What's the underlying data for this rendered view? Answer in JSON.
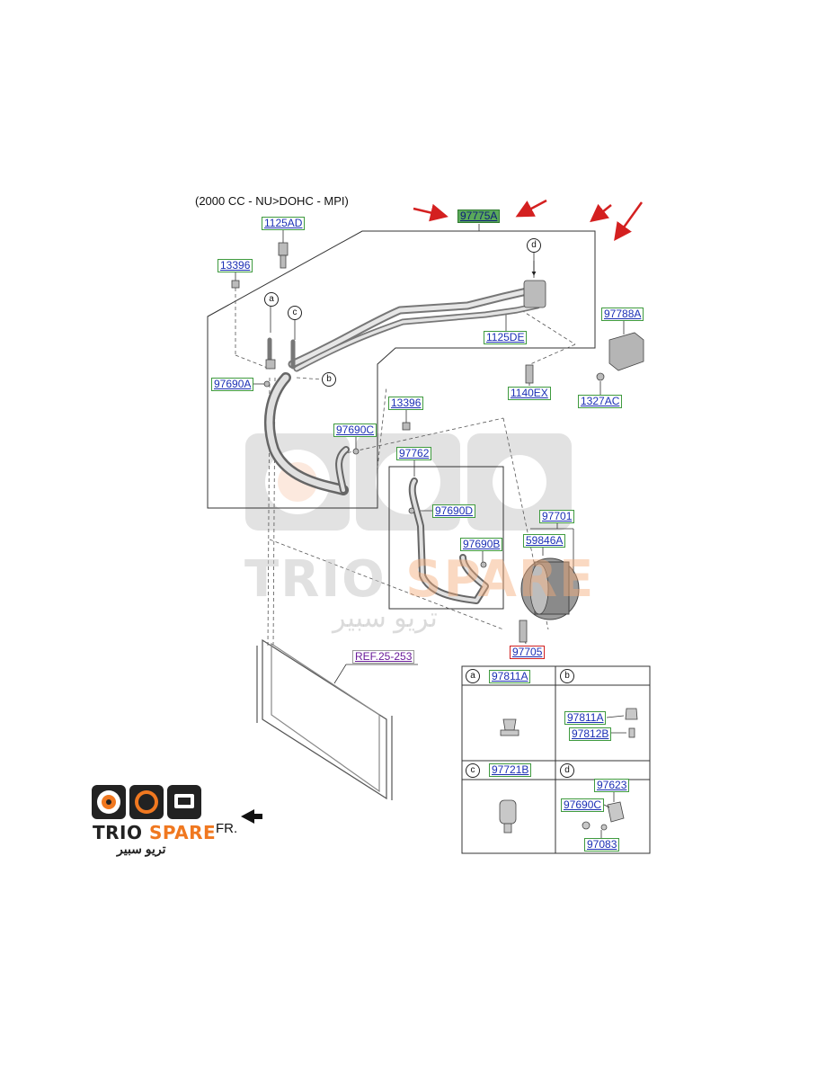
{
  "heading": "(2000 CC - NU>DOHC - MPI)",
  "labels": {
    "p97775A": "97775A",
    "p1125AD": "1125AD",
    "p13396_top": "13396",
    "p1125DE": "1125DE",
    "p97788A": "97788A",
    "p97690A": "97690A",
    "p1140EX": "1140EX",
    "p1327AC": "1327AC",
    "p13396_mid": "13396",
    "p97690C": "97690C",
    "p97762": "97762",
    "p97690D": "97690D",
    "p97701": "97701",
    "p59846A": "59846A",
    "p97690B": "97690B",
    "p97705": "97705",
    "pREF": "REF.25-253"
  },
  "callouts": {
    "a": "a",
    "b": "b",
    "c": "c",
    "d": "d"
  },
  "detail_table": {
    "a": {
      "letter": "a",
      "part": "97811A"
    },
    "b": {
      "letter": "b",
      "part1": "97811A",
      "part2": "97812B"
    },
    "c": {
      "letter": "c",
      "part": "97721B"
    },
    "d": {
      "letter": "d",
      "part1": "97623",
      "part2": "97690C",
      "part3": "97083"
    }
  },
  "watermark": {
    "brand_a": "TRIO ",
    "brand_b": "SPARE",
    "arabic": "تريو سبير"
  },
  "logo": {
    "brand_a": "TRIO ",
    "brand_b": "SPARE",
    "arabic": "تريو سبير"
  },
  "fr_label": "FR.",
  "colors": {
    "label_border": "#3f9a3f",
    "label_text": "#1b2fb5",
    "highlight": "#5aa95a",
    "arrow": "#d42020",
    "accent": "#f07820"
  }
}
